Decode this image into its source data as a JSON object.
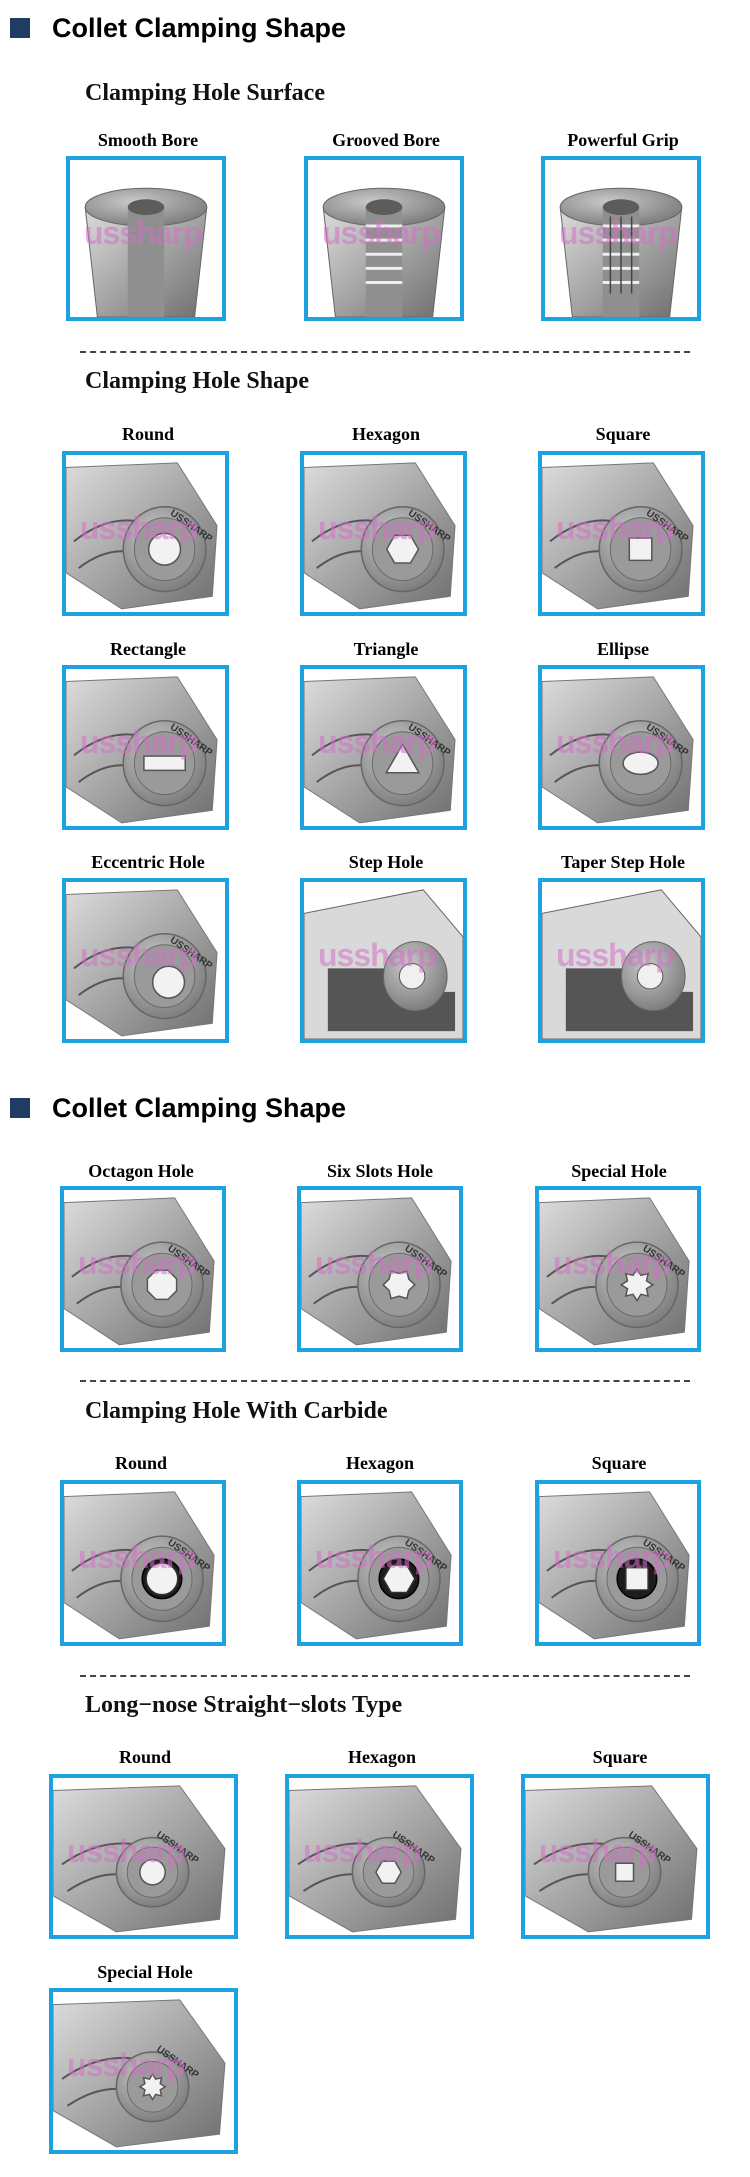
{
  "sections": [
    {
      "title": "Collet Clamping Shape"
    },
    {
      "title": "Collet Clamping Shape"
    }
  ],
  "subsections": [
    {
      "title": "Clamping Hole Surface"
    },
    {
      "title": "Clamping Hole Shape"
    },
    {
      "title": "Clamping Hole With Carbide"
    },
    {
      "title": "Long−nose Straight−slots Type"
    }
  ],
  "items": [
    {
      "label": "Smooth Bore",
      "hole": "smooth"
    },
    {
      "label": "Grooved Bore",
      "hole": "grooved"
    },
    {
      "label": "Powerful Grip",
      "hole": "grip"
    },
    {
      "label": "Round",
      "hole": "round"
    },
    {
      "label": "Hexagon",
      "hole": "hexagon"
    },
    {
      "label": "Square",
      "hole": "square"
    },
    {
      "label": "Rectangle",
      "hole": "rectangle"
    },
    {
      "label": "Triangle",
      "hole": "triangle"
    },
    {
      "label": "Ellipse",
      "hole": "ellipse"
    },
    {
      "label": "Eccentric Hole",
      "hole": "eccentric"
    },
    {
      "label": "Step Hole",
      "hole": "step"
    },
    {
      "label": "Taper Step Hole",
      "hole": "taper"
    },
    {
      "label": "Octagon Hole",
      "hole": "octagon"
    },
    {
      "label": "Six Slots Hole",
      "hole": "sixslots"
    },
    {
      "label": "Special Hole",
      "hole": "special"
    },
    {
      "label": "Round",
      "hole": "round-carbide"
    },
    {
      "label": "Hexagon",
      "hole": "hexagon-carbide"
    },
    {
      "label": "Square",
      "hole": "square-carbide"
    },
    {
      "label": "Round",
      "hole": "round-long"
    },
    {
      "label": "Hexagon",
      "hole": "hexagon-long"
    },
    {
      "label": "Square",
      "hole": "square-long"
    },
    {
      "label": "Special Hole",
      "hole": "special-long"
    }
  ],
  "brand": {
    "engraving": "USSHARP",
    "watermark": "ussharp"
  },
  "colors": {
    "tile_border": "#1ea2df",
    "heading_square": "#1f3d62",
    "watermark": "#d66ec8",
    "steel": "#a7a7a7"
  }
}
